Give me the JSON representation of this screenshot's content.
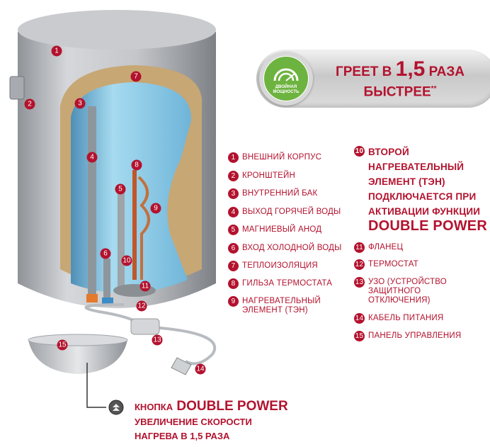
{
  "banner": {
    "badge_line1": "ДВОЙНАЯ",
    "badge_line2": "МОЩНОСТЬ",
    "headline_pre": "ГРЕЕТ В",
    "headline_num": "1,5",
    "headline_post": "РАЗА",
    "headline_line2": "БЫСТРЕЕ",
    "footnote_mark": "**"
  },
  "legend": [
    {
      "num": "1",
      "label": "ВНЕШНИЙ КОРПУС"
    },
    {
      "num": "2",
      "label": "КРОНШТЕЙН"
    },
    {
      "num": "3",
      "label": "ВНУТРЕННИЙ БАК"
    },
    {
      "num": "4",
      "label": "ВЫХОД ГОРЯЧЕЙ ВОДЫ"
    },
    {
      "num": "5",
      "label": "МАГНИЕВЫЙ АНОД"
    },
    {
      "num": "6",
      "label": "ВХОД ХОЛОДНОЙ ВОДЫ"
    },
    {
      "num": "7",
      "label": "ТЕПЛОИЗОЛЯЦИЯ"
    },
    {
      "num": "8",
      "label": "ГИЛЬЗА ТЕРМОСТАТА"
    },
    {
      "num": "9",
      "label": "НАГРЕВАТЕЛЬНЫЙ ЭЛЕМЕНТ (ТЭН)"
    },
    {
      "num": "10",
      "label": "ВТОРОЙ НАГРЕВАТЕЛЬНЫЙ ЭЛЕМЕНТ (ТЭН) ПОДКЛЮЧАЕТСЯ ПРИ АКТИВАЦИИ ФУНКЦИИ",
      "label_emphasis": "DOUBLE POWER"
    },
    {
      "num": "11",
      "label": "ФЛАНЕЦ"
    },
    {
      "num": "12",
      "label": "ТЕРМОСТАТ"
    },
    {
      "num": "13",
      "label": "УЗО (УСТРОЙСТВО ЗАЩИТНОГО ОТКЛЮЧЕНИЯ)"
    },
    {
      "num": "14",
      "label": "КАБЕЛЬ ПИТАНИЯ"
    },
    {
      "num": "15",
      "label": "ПАНЕЛЬ УПРАВЛЕНИЯ"
    }
  ],
  "button_callout": {
    "prefix": "КНОПКА",
    "name": "DOUBLE POWER",
    "line2": "УВЕЛИЧЕНИЕ СКОРОСТИ",
    "line3": "НАГРЕВА В 1,5 РАЗА"
  },
  "colors": {
    "accent": "#b3122e",
    "badge_green": "#6db33f",
    "tank_blue": "#8ccbe6"
  }
}
